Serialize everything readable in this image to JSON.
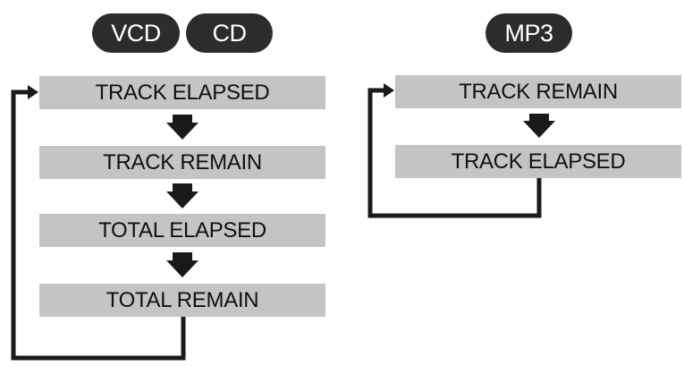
{
  "badges": {
    "vcd": "VCD",
    "cd": "CD",
    "mp3": "MP3"
  },
  "left_flow": [
    "TRACK ELAPSED",
    "TRACK REMAIN",
    "TOTAL ELAPSED",
    "TOTAL REMAIN"
  ],
  "right_flow": [
    "TRACK REMAIN",
    "TRACK ELAPSED"
  ],
  "colors": {
    "badge": "#2c2c2c",
    "box": "#c4c4c4",
    "line": "#1a1a1a"
  }
}
